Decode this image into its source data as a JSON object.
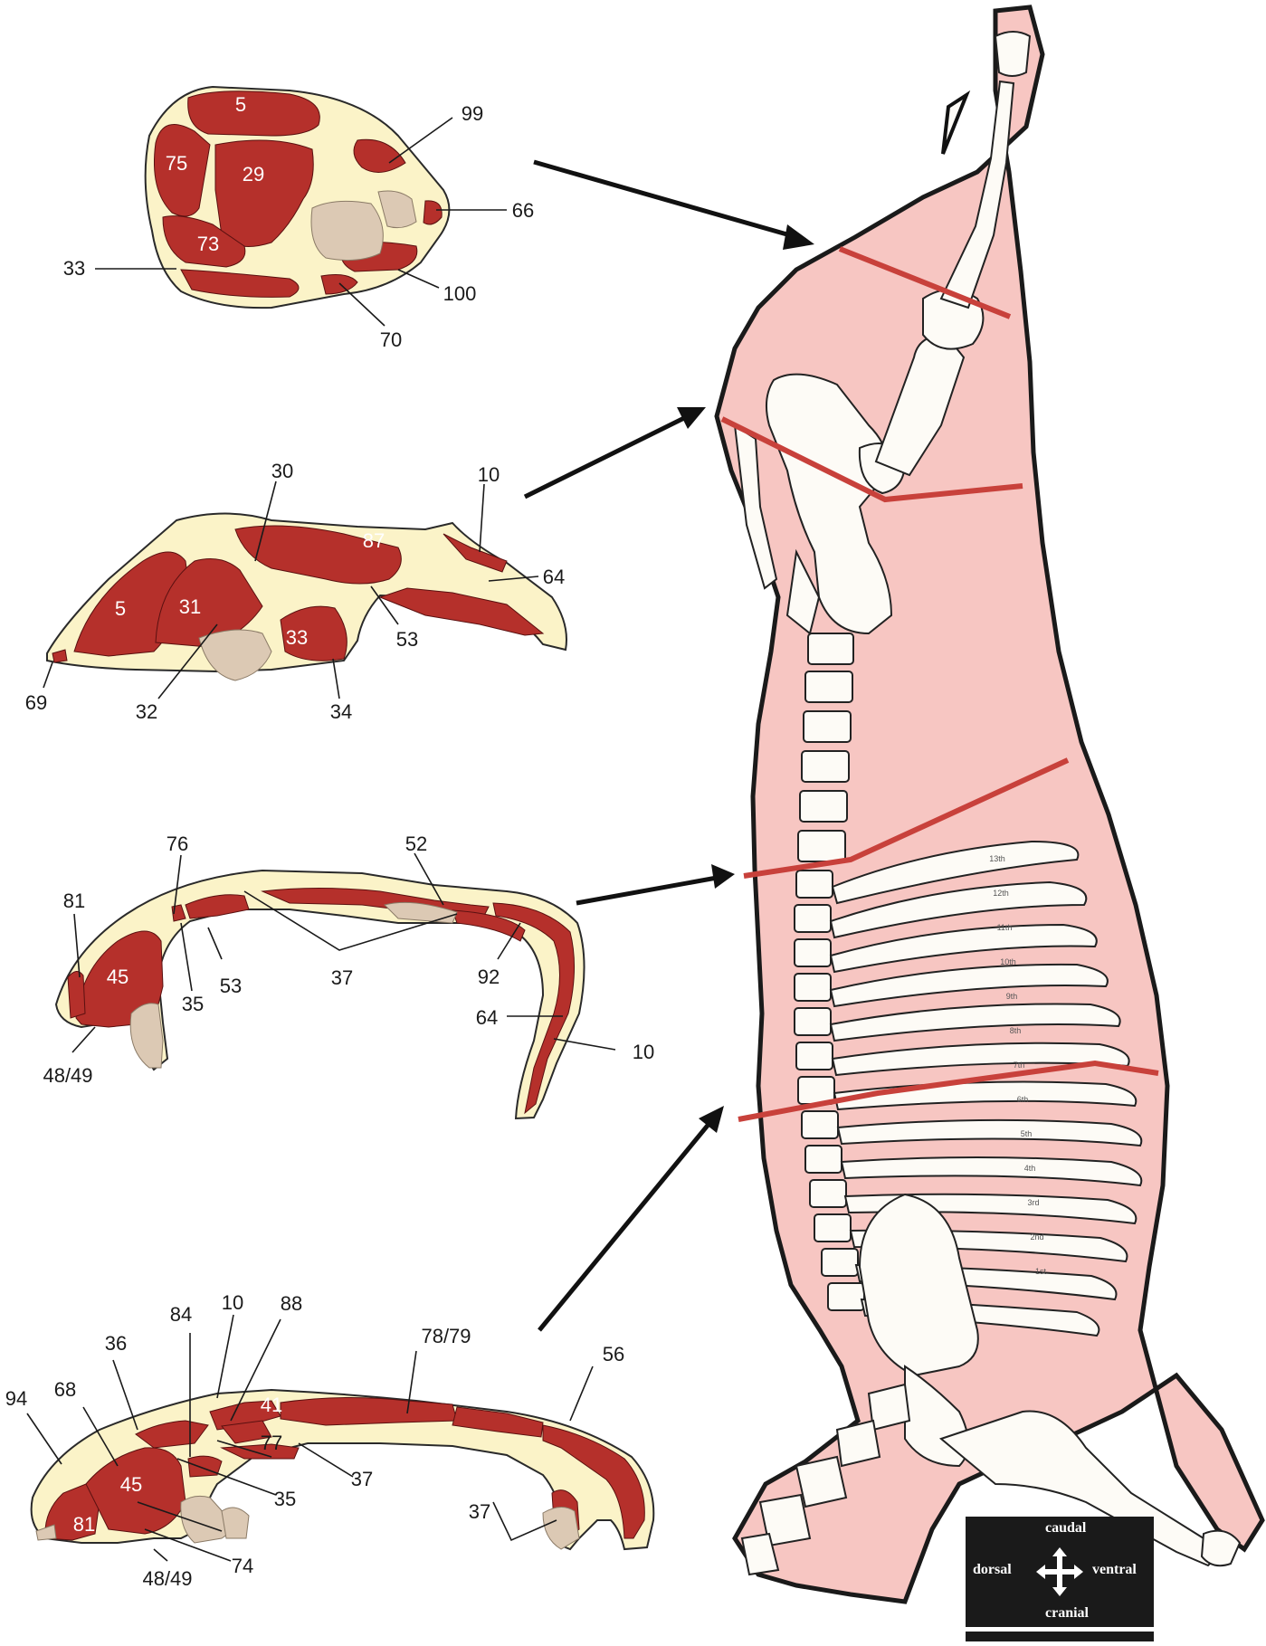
{
  "section_labels": {
    "s1": [
      "5",
      "99",
      "75",
      "29",
      "66",
      "73",
      "33",
      "100",
      "70"
    ],
    "s2": [
      "30",
      "10",
      "87",
      "64",
      "5",
      "31",
      "53",
      "33",
      "69",
      "32",
      "34"
    ],
    "s3": [
      "76",
      "52",
      "81",
      "45",
      "53",
      "35",
      "37",
      "92",
      "64",
      "10",
      "48/49"
    ],
    "s4": [
      "84",
      "10",
      "88",
      "36",
      "78/79",
      "56",
      "68",
      "41",
      "94",
      "77",
      "37",
      "45",
      "35",
      "81",
      "37",
      "74",
      "48/49"
    ]
  },
  "rib_labels": [
    "13th",
    "12th",
    "11th",
    "10th",
    "9th",
    "8th",
    "7th",
    "6th",
    "5th",
    "4th",
    "3rd",
    "2nd",
    "1st"
  ],
  "compass": {
    "top": "caudal",
    "left": "dorsal",
    "right": "ventral",
    "bottom": "cranial"
  },
  "colors": {
    "carcass": "#f7c6c2",
    "meat": "#b5302b",
    "fat": "#fbf3c8",
    "bone": "#dcc9b4",
    "cut_line": "#c8413b"
  }
}
